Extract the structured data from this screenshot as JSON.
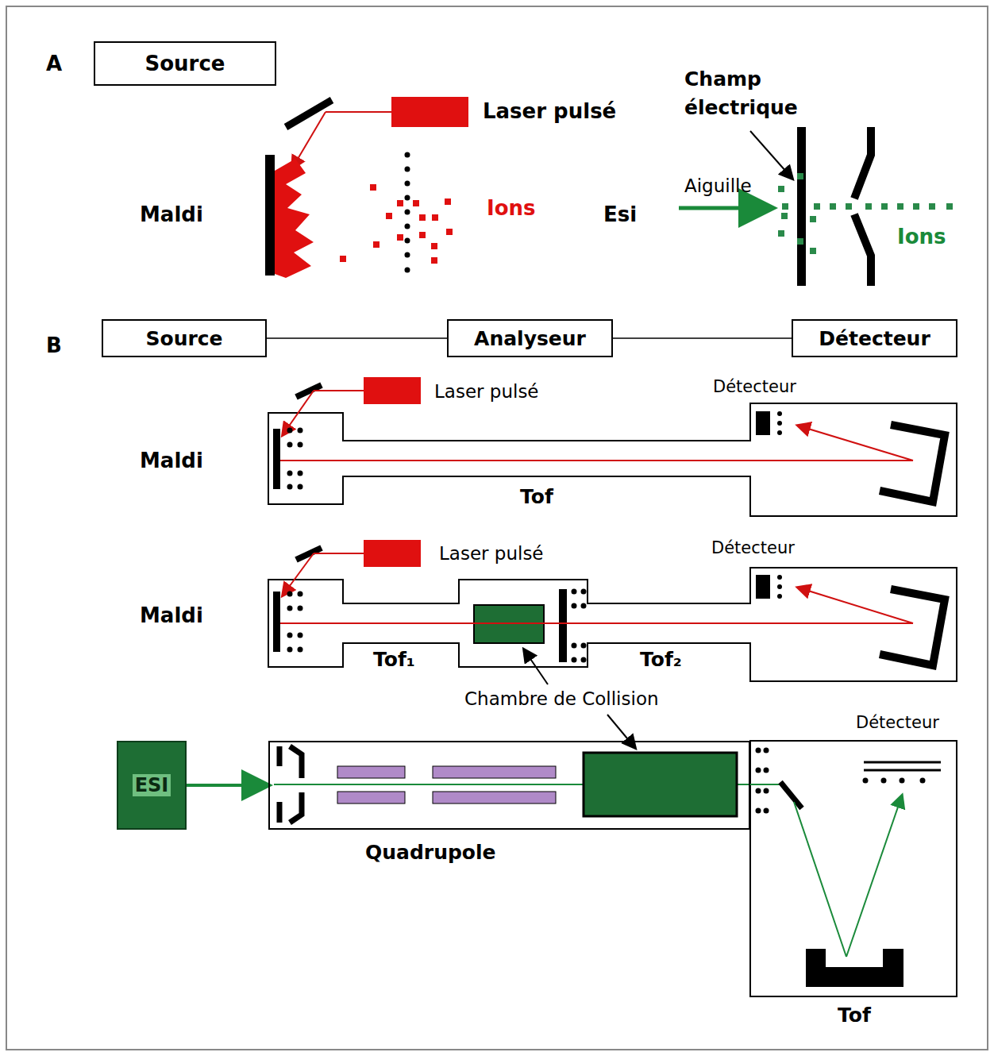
{
  "diagram": {
    "nodes": [
      {
        "text": [
          "Source"
        ]
      },
      {
        "text": [
          "Source"
        ]
      },
      {
        "text": [
          "Analyseur"
        ]
      },
      {
        "text": [
          "Détecteur"
        ]
      },
      {
        "text": [
          "ESI"
        ]
      },
      {
        "text": [
          "Quadrupole"
        ]
      }
    ],
    "edges": [
      {
        "from": 1,
        "to": 2,
        "arrow": "none"
      },
      {
        "from": 2,
        "to": 3,
        "arrow": "none"
      },
      {
        "from": 4,
        "to": 5,
        "arrow": "to"
      }
    ],
    "labels": [
      "A",
      "Laser pulsé",
      "Champ électrique",
      "Maldi",
      "Ions",
      "Aiguille",
      "Esi",
      "Ions",
      "B",
      "Laser pulsé",
      "Détecteur",
      "Maldi",
      "Tof",
      "Laser pulsé",
      "Détecteur",
      "Maldi",
      "Tof₁",
      "Tof₂",
      "Chambre de Collision",
      "Détecteur",
      "Tof"
    ]
  }
}
